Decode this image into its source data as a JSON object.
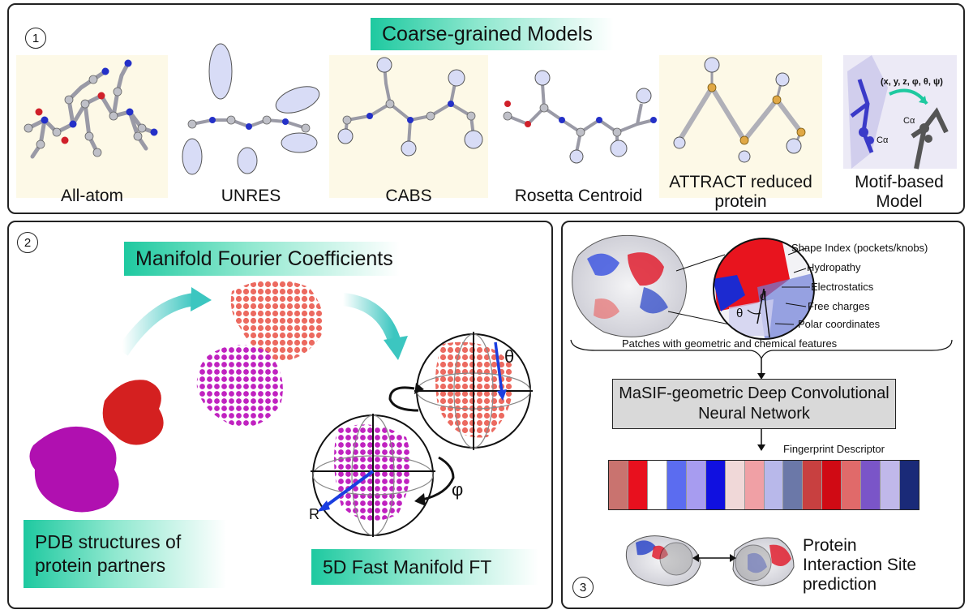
{
  "panel1": {
    "number": "1",
    "title": "Coarse-grained Models",
    "models": [
      {
        "label": "All-atom"
      },
      {
        "label": "UNRES"
      },
      {
        "label": "CABS"
      },
      {
        "label": "Rosetta Centroid"
      },
      {
        "label": "ATTRACT reduced protein"
      },
      {
        "label": "Motif-based Model"
      }
    ],
    "motif_params": "(x, y, z, φ, θ, ψ)",
    "calpha": "Cα"
  },
  "panel2": {
    "number": "2",
    "title": "Manifold Fourier Coefficients",
    "pdb_label": "PDB structures of protein partners",
    "fft_label": "5D Fast Manifold FT",
    "theta": "θ",
    "phi": "φ",
    "r": "R"
  },
  "panel3": {
    "number": "3",
    "features": [
      "Shape Index (pockets/knobs)",
      "Hydropathy",
      "Electrostatics",
      "Free charges",
      "Polar coordinates"
    ],
    "d": "d",
    "theta": "θ",
    "patches_label": "Patches with geometric and chemical features",
    "network_label": "MaSIF-geometric Deep Convolutional Neural Network",
    "fingerprint_label": "Fingerprint Descriptor",
    "fingerprint_colors": [
      "#c9736f",
      "#e8101e",
      "#ffffff",
      "#5b6cf0",
      "#a79cf0",
      "#1010e0",
      "#f0d8d8",
      "#f0a0a5",
      "#b8b8ea",
      "#6b78a8",
      "#c84040",
      "#d00a14",
      "#e06a6a",
      "#7a55c8",
      "#c0b8ea",
      "#1a2a78"
    ],
    "prediction_label": "Protein Interaction Site prediction"
  },
  "colors": {
    "accent": "#1ec9a0",
    "atom_gray": "#bfc0c8",
    "ellipsoid": "#d8dcf6",
    "nitrogen": "#2430c8",
    "oxygen": "#d0202a",
    "sidechain_gold": "#e0a845",
    "red_point": "#ec6a60",
    "magenta_point": "#c022c0"
  }
}
